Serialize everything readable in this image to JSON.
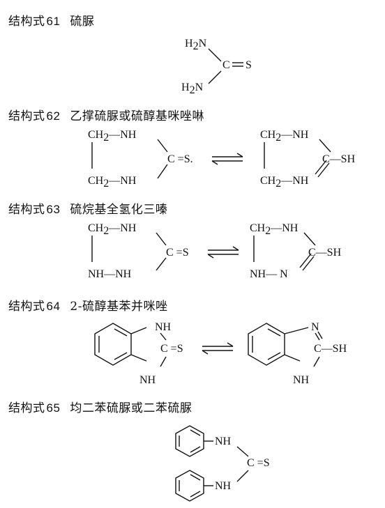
{
  "entries": [
    {
      "prefix": "结构式",
      "number": "61",
      "name": "硫脲"
    },
    {
      "prefix": "结构式",
      "number": "62",
      "name": "乙撑硫脲或硫醇基咪唑啉"
    },
    {
      "prefix": "结构式",
      "number": "63",
      "name": "硫烷基全氢化三嗪"
    },
    {
      "prefix": "结构式",
      "number": "64",
      "name": "2-硫醇基苯并咪唑"
    },
    {
      "prefix": "结构式",
      "number": "65",
      "name": "均二苯硫脲或二苯硫脲"
    }
  ],
  "atoms": {
    "H": "H",
    "N": "N",
    "C": "C",
    "S": "S",
    "two": "2",
    "NH": "NH",
    "SH": "SH",
    "CH": "CH",
    "NH_NH": "NH—NH",
    "NH_N": "NH— N",
    "eqS": "C =S",
    "eqS_dot": "C =S.",
    "C_SH": "C—SH",
    "dashSH": "—SH",
    "dashNH": "—NH"
  },
  "arrow": "equilibrium"
}
